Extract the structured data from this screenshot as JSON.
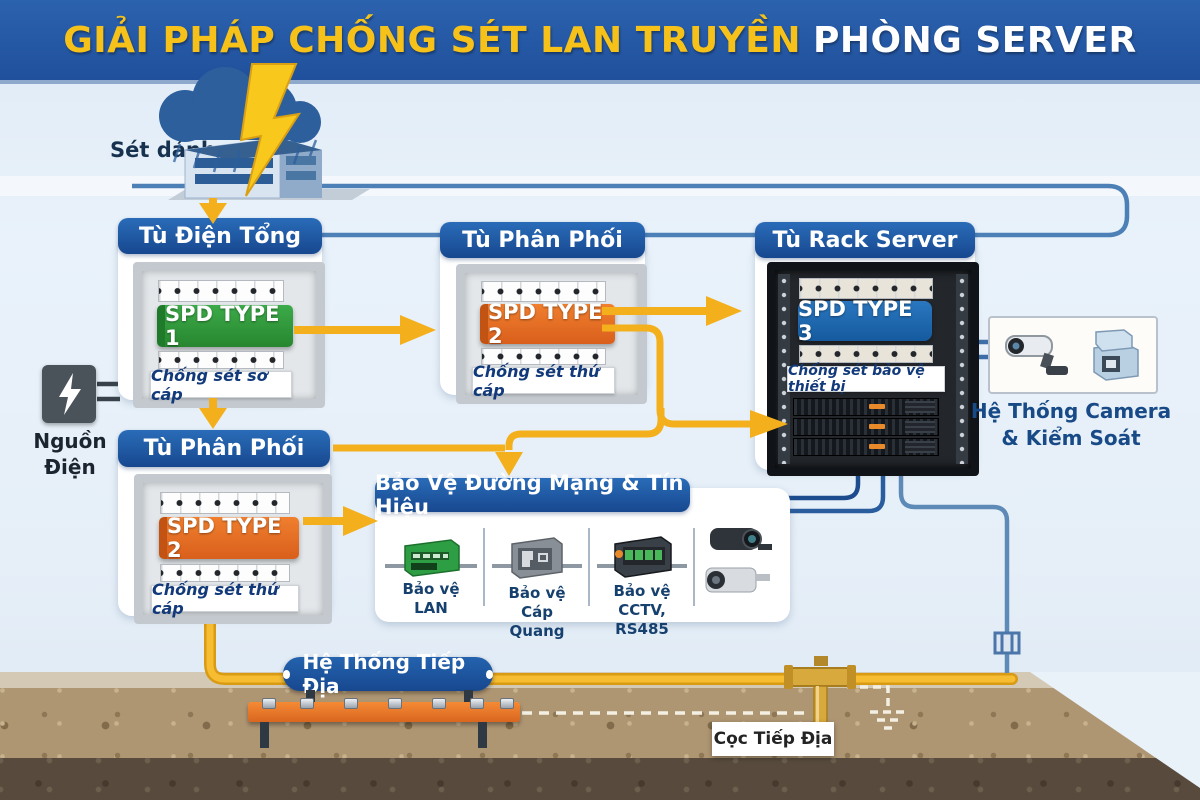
{
  "banner": {
    "title_main": "GIẢI PHÁP CHỐNG SÉT LAN TRUYỀN",
    "title_accent": "PHÒNG SERVER"
  },
  "labels": {
    "lightning_strike": "Sét dánh",
    "power_line1": "Nguồn",
    "power_line2": "Điện"
  },
  "cabinets": [
    {
      "title": "Tù Điện Tổng",
      "device": "SPD TYPE 1",
      "caption": "Chống sét sơ cáp"
    },
    {
      "title": "Tù Phân Phối",
      "device": "SPD TYPE 2",
      "caption": "Chống sét thứ cáp"
    },
    {
      "title": "Tù Rack Server",
      "device": "SPD TYPE 3",
      "caption": "Chống sét bảo vệ thiết bị"
    },
    {
      "title": "Tù Phân Phối",
      "device": "SPD TYPE 2",
      "caption": "Chống sét thứ cáp"
    }
  ],
  "network_box": {
    "title": "Bảo Vệ Đường Mạng & Tín Hiệu",
    "items": [
      {
        "label": "Bảo vệ LAN"
      },
      {
        "label": "Bảo vệ Cáp Quang"
      },
      {
        "label": "Bảo vệ CCTV, RS485"
      }
    ]
  },
  "camera_system": {
    "line1": "Hệ Thống Camera",
    "line2": "& Kiểm Soát"
  },
  "grounding": {
    "system_label": "Hệ Thống Tiếp Địa",
    "rod_label": "Cọc Tiếp Địa"
  },
  "colors": {
    "banner_blue": "#20509c",
    "accent_yellow": "#f3b01c",
    "header_blue": "#1d5fae",
    "spd1_green": "#2fa13c",
    "spd2_orange": "#ed7428",
    "spd3_blue": "#1d6cb5",
    "line_blue": "#4c80b6",
    "ground_tan": "#af9673"
  }
}
